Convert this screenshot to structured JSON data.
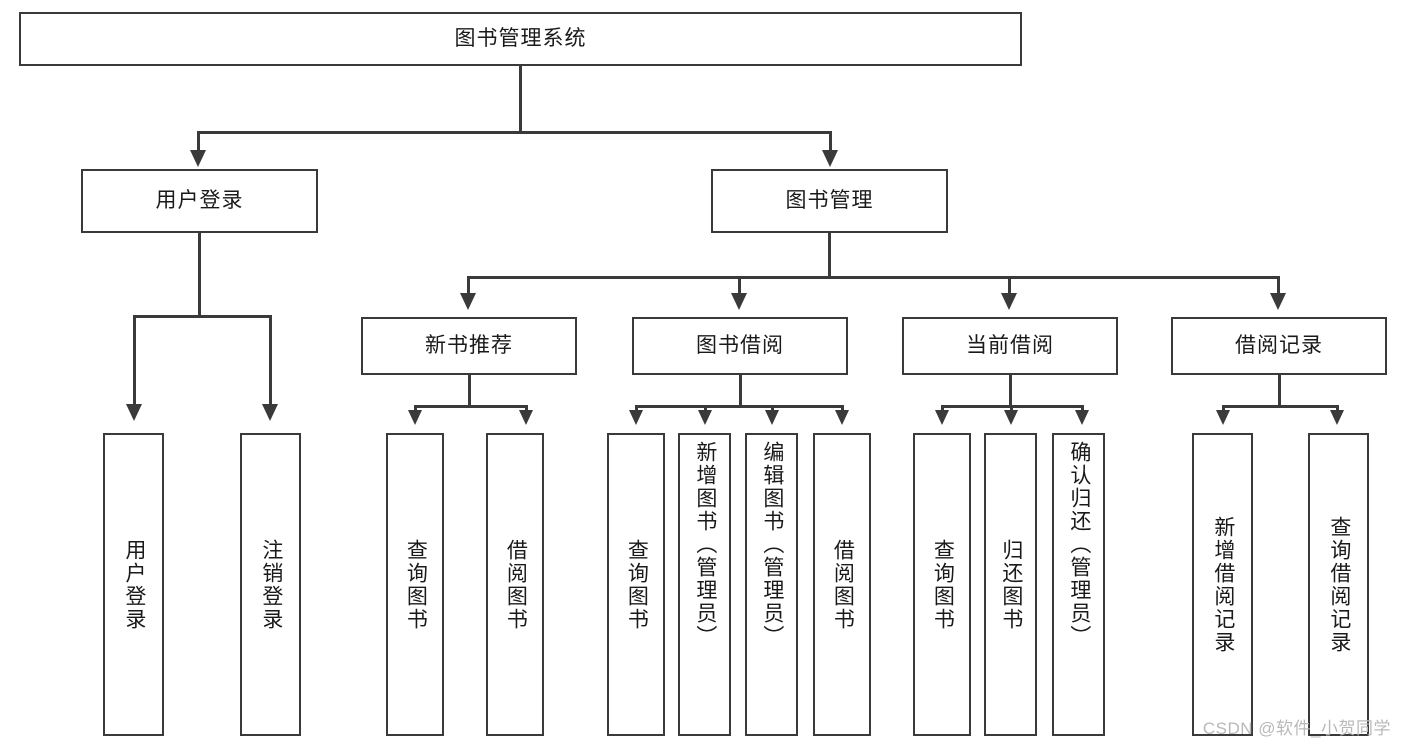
{
  "diagram": {
    "type": "tree-hierarchy",
    "title": "图书管理系统",
    "root": {
      "id": "root",
      "label": "图书管理系统",
      "level": 0
    },
    "level2": [
      {
        "id": "user-login",
        "label": "用户登录"
      },
      {
        "id": "book-manage",
        "label": "图书管理"
      }
    ],
    "level3": [
      {
        "id": "new-book-recommend",
        "label": "新书推荐",
        "parent": "book-manage"
      },
      {
        "id": "book-borrow",
        "label": "图书借阅",
        "parent": "book-manage"
      },
      {
        "id": "current-borrow",
        "label": "当前借阅",
        "parent": "book-manage"
      },
      {
        "id": "borrow-record",
        "label": "借阅记录",
        "parent": "book-manage"
      }
    ],
    "leaves": [
      {
        "id": "leaf-user-login",
        "label": "用户登录",
        "parent": "user-login"
      },
      {
        "id": "leaf-user-logout",
        "label": "注销登录",
        "parent": "user-login"
      },
      {
        "id": "leaf-query-book-1",
        "label": "查询图书",
        "parent": "new-book-recommend"
      },
      {
        "id": "leaf-borrow-book-1",
        "label": "借阅图书",
        "parent": "new-book-recommend"
      },
      {
        "id": "leaf-query-book-2",
        "label": "查询图书",
        "parent": "book-borrow"
      },
      {
        "id": "leaf-add-book",
        "label": "新增图书（管理员）",
        "parent": "book-borrow"
      },
      {
        "id": "leaf-edit-book",
        "label": "编辑图书（管理员）",
        "parent": "book-borrow"
      },
      {
        "id": "leaf-borrow-book-2",
        "label": "借阅图书",
        "parent": "book-borrow"
      },
      {
        "id": "leaf-query-book-3",
        "label": "查询图书",
        "parent": "current-borrow"
      },
      {
        "id": "leaf-return-book",
        "label": "归还图书",
        "parent": "current-borrow"
      },
      {
        "id": "leaf-confirm-return",
        "label": "确认归还（管理员）",
        "parent": "current-borrow"
      },
      {
        "id": "leaf-add-record",
        "label": "新增借阅记录",
        "parent": "borrow-record"
      },
      {
        "id": "leaf-query-record",
        "label": "查询借阅记录",
        "parent": "borrow-record"
      }
    ]
  },
  "watermark": {
    "text": "CSDN @软件_小贺同学"
  },
  "colors": {
    "stroke": "#3a3a3a",
    "text": "#1a1a1a",
    "background": "#ffffff",
    "watermark": "#b9b9b9"
  }
}
